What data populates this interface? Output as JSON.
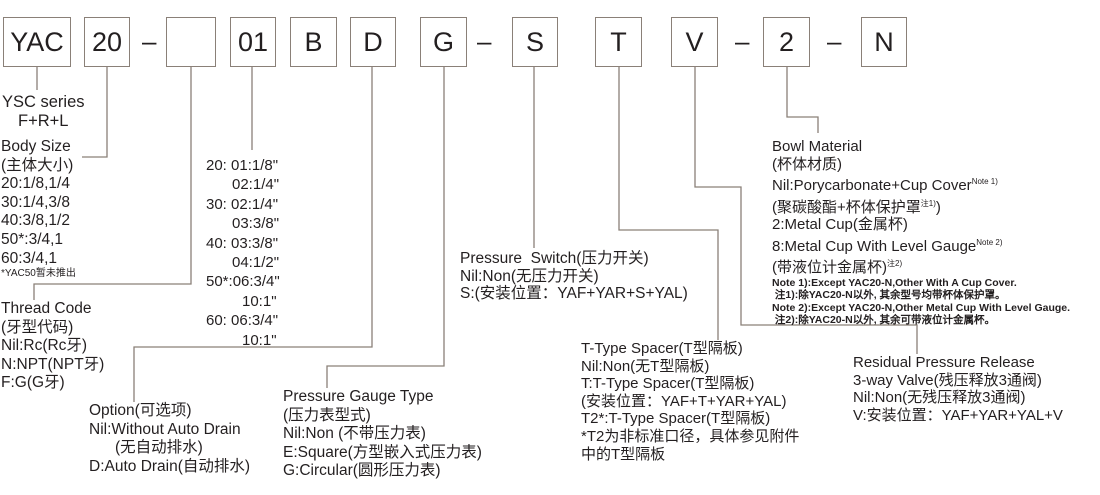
{
  "code_boxes": [
    "YAC",
    "20",
    "",
    "01",
    "B",
    "D",
    "G",
    "S",
    "T",
    "V",
    "2",
    "N"
  ],
  "separator": "–",
  "series": {
    "title": "YSC series",
    "sub": "F+R+L"
  },
  "body_size": {
    "title": "Body Size",
    "title_cn": "(主体大小)",
    "items": [
      "20:1/8,1/4",
      "30:1/4,3/8",
      "40:3/8,1/2",
      "50*:3/4,1",
      "60:3/4,1"
    ],
    "footnote": "*YAC50暂未推出"
  },
  "port_size": {
    "items": [
      "20: 01:1/8\"",
      "02:1/4\"",
      "30: 02:1/4\"",
      "03:3/8\"",
      "40: 03:3/8\"",
      "04:1/2\"",
      "50*:06:3/4\"",
      "10:1\"",
      "60: 06:3/4\"",
      "10:1\""
    ]
  },
  "thread_code": {
    "title": "Thread Code",
    "title_cn": "(牙型代码)",
    "items": [
      "Nil:Rc(Rc牙)",
      "N:NPT(NPT牙)",
      "F:G(G牙)"
    ]
  },
  "option": {
    "title": "Option(可选项)",
    "items": [
      "Nil:Without Auto Drain",
      "(无自动排水)",
      "D:Auto Drain(自动排水)"
    ]
  },
  "pressure_gauge": {
    "title": "Pressure Gauge Type",
    "title_cn": "(压力表型式)",
    "items": [
      "Nil:Non (不带压力表)",
      "E:Square(方型嵌入式压力表)",
      "G:Circular(圆形压力表)"
    ]
  },
  "pressure_switch": {
    "title": "Pressure  Switch(压力开关)",
    "items": [
      "Nil:Non(无压力开关)",
      "S:(安装位置：YAF+YAR+S+YAL)"
    ]
  },
  "t_spacer": {
    "title": "T-Type Spacer(T型隔板)",
    "items": [
      "Nil:Non(无T型隔板)",
      "T:T-Type Spacer(T型隔板)",
      "(安装位置：YAF+T+YAR+YAL)",
      "T2*:T-Type Spacer(T型隔板)",
      "*T2为非标准口径，具体参见附件",
      "中的T型隔板"
    ]
  },
  "bowl": {
    "title": "Bowl Material",
    "title_cn": "(杯体材质)",
    "nil": "Nil:Porycarbonate+Cup Cover",
    "nil_note": "Note 1)",
    "nil_cn": "(聚碳酸酯+杯体保护罩",
    "nil_cn_note": "注1)",
    "nil_cn_end": ")",
    "metal": "2:Metal Cup(金属杯)",
    "gauge": "8:Metal Cup With Level Gauge",
    "gauge_note": "Note 2)",
    "gauge_cn": "(带液位计金属杯)",
    "gauge_cn_note": "注2)",
    "notes": [
      "Note 1):Except YAC20-N,Other With A Cup Cover.",
      " 注1):除YAC20-N以外, 其余型号均带杯体保护罩。",
      "Note 2):Except YAC20-N,Other Metal Cup With Level Gauge.",
      " 注2):除YAC20-N以外, 其余可带液位计金属杯。"
    ]
  },
  "residual": {
    "title": "Residual Pressure Release",
    "items": [
      "3-way Valve(残压释放3通阀)",
      "Nil:Non(无残压释放3通阀)",
      "V:安装位置：YAF+YAR+YAL+V"
    ]
  }
}
